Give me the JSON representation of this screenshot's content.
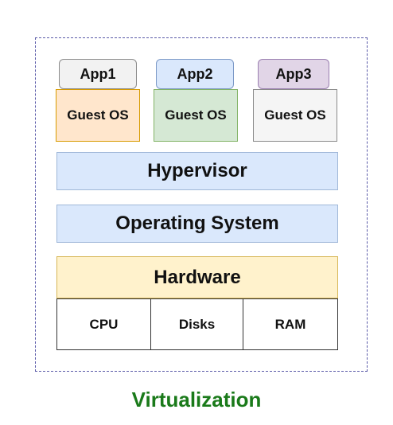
{
  "apps": [
    {
      "label": "App1",
      "color": "#f2f2f2",
      "border": "#8a8a8a"
    },
    {
      "label": "App2",
      "color": "#dae8fc",
      "border": "#7b98c6"
    },
    {
      "label": "App3",
      "color": "#e1d5e7",
      "border": "#9a7fb0"
    }
  ],
  "guests": [
    {
      "label": "Guest OS",
      "color": "#ffe6cc",
      "border": "#d79b00"
    },
    {
      "label": "Guest OS",
      "color": "#d5e8d4",
      "border": "#82b366"
    },
    {
      "label": "Guest OS",
      "color": "#f5f5f5",
      "border": "#8a8a8a"
    }
  ],
  "layers": {
    "hypervisor": "Hypervisor",
    "operating_system": "Operating System",
    "hardware": "Hardware"
  },
  "hardware_parts": [
    "CPU",
    "Disks",
    "RAM"
  ],
  "caption": "Virtualization",
  "colors": {
    "layer_fill": "#dae8fc",
    "hardware_fill": "#fff2cc",
    "caption": "#1a7a1a",
    "frame": "#5a5aa8"
  }
}
